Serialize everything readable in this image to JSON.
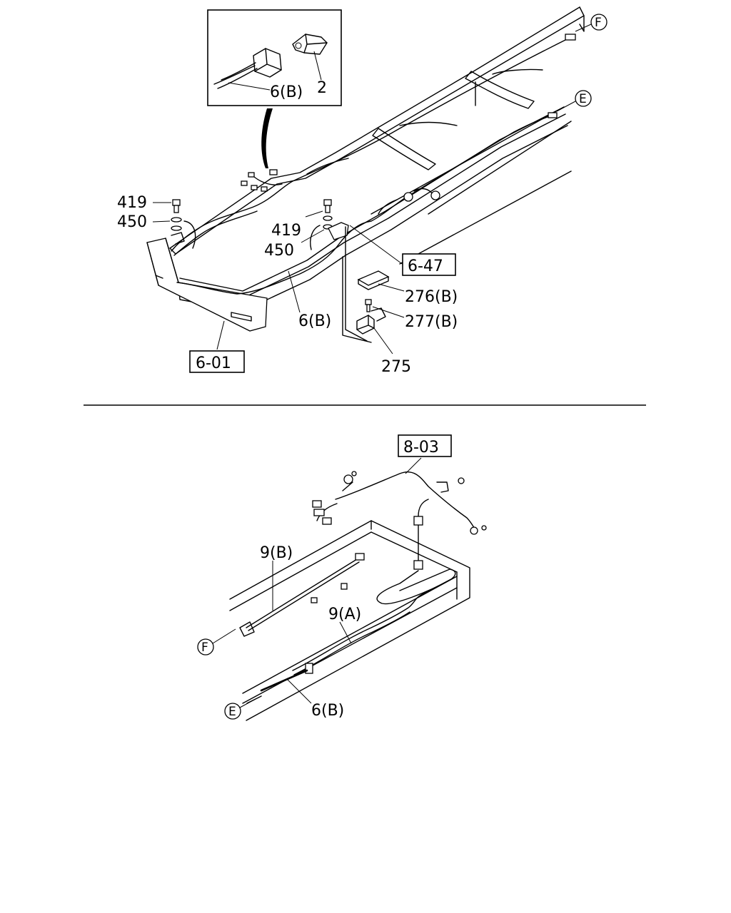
{
  "callouts": {
    "inset_harness": "6(B)",
    "inset_connector": "2",
    "bolt_left": "419",
    "washer_left": "450",
    "bolt_right": "419",
    "washer_right": "450",
    "harness_front": "6(B)",
    "bracket": "275",
    "cover": "276(B)",
    "screw": "277(B)",
    "lower_harness_b": "9(B)",
    "lower_harness_a": "9(A)",
    "lower_harness_6b": "6(B)"
  },
  "reference_boxes": {
    "bumper": "6-01",
    "frame": "6-47",
    "rear": "8-03"
  },
  "connection_markers": {
    "top_f": "F",
    "top_e": "E",
    "bottom_f": "F",
    "bottom_e": "E"
  }
}
